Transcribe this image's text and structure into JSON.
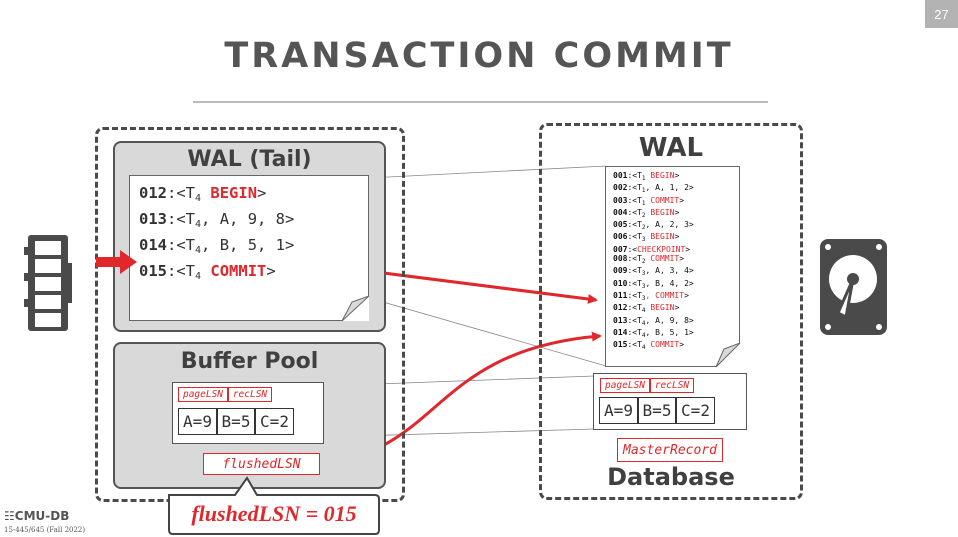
{
  "slide_number": "27",
  "title": "TRANSACTION COMMIT",
  "left": {
    "wal_tail": {
      "title": "WAL (Tail)",
      "entries": [
        {
          "lsn": "012",
          "rest": ":<T",
          "sub": "4",
          "cmd": " BEGIN",
          "end": ">"
        },
        {
          "lsn": "013",
          "rest": ":<T",
          "sub": "4",
          "cmd": "",
          "end": ", A, 9, 8>"
        },
        {
          "lsn": "014",
          "rest": ":<T",
          "sub": "4",
          "cmd": "",
          "end": ", B, 5, 1>"
        },
        {
          "lsn": "015",
          "rest": ":<T",
          "sub": "4",
          "cmd": " COMMIT",
          "end": ">"
        }
      ]
    },
    "buffer_pool": {
      "title": "Buffer Pool",
      "page_lsn": "pageLSN",
      "rec_lsn": "recLSN",
      "cells": [
        "A=9",
        "B=5",
        "C=2"
      ],
      "flushed_lsn": "flushedLSN"
    },
    "callout": "flushedLSN = 015"
  },
  "right": {
    "wal": {
      "title": "WAL",
      "entries": [
        {
          "lsn": "001",
          "sub": "1",
          "cmd": " BEGIN",
          "end": ">"
        },
        {
          "lsn": "002",
          "sub": "1",
          "cmd": "",
          "end": ", A, 1, 2>"
        },
        {
          "lsn": "003",
          "sub": "1",
          "cmd": " COMMIT",
          "end": ">"
        },
        {
          "lsn": "004",
          "sub": "2",
          "cmd": " BEGIN",
          "end": ">"
        },
        {
          "lsn": "005",
          "sub": "2",
          "cmd": "",
          "end": ", A, 2, 3>"
        },
        {
          "lsn": "006",
          "sub": "3",
          "cmd": " BEGIN",
          "end": ">"
        },
        {
          "lsn": "007",
          "sub": "",
          "cmd": "CHECKPOINT",
          "end": ">",
          "checkpoint": true
        },
        {
          "lsn": "008",
          "sub": "2",
          "cmd": " COMMIT",
          "end": ">"
        },
        {
          "lsn": "009",
          "sub": "3",
          "cmd": "",
          "end": ", A, 3, 4>"
        },
        {
          "lsn": "010",
          "sub": "3",
          "cmd": "",
          "end": ", B, 4, 2>"
        },
        {
          "lsn": "011",
          "sub": "3",
          "cmd": ", COMMIT",
          "end": ">"
        },
        {
          "lsn": "012",
          "sub": "4",
          "cmd": " BEGIN",
          "end": ">"
        },
        {
          "lsn": "013",
          "sub": "4",
          "cmd": "",
          "end": ", A, 9, 8>"
        },
        {
          "lsn": "014",
          "sub": "4",
          "cmd": "",
          "end": ", B, 5, 1>"
        },
        {
          "lsn": "015",
          "sub": "4",
          "cmd": " COMMIT",
          "end": ">"
        }
      ]
    },
    "database": {
      "title": "Database",
      "page_lsn": "pageLSN",
      "rec_lsn": "recLSN",
      "cells": [
        "A=9",
        "B=5",
        "C=2"
      ],
      "master_record": "MasterRecord"
    }
  },
  "footer": {
    "logo": "CMU-DB",
    "course": "15-445/645 (Fall 2022)"
  },
  "colors": {
    "accent": "#e0272b",
    "panel": "#d9d9d9",
    "text": "#404040"
  }
}
